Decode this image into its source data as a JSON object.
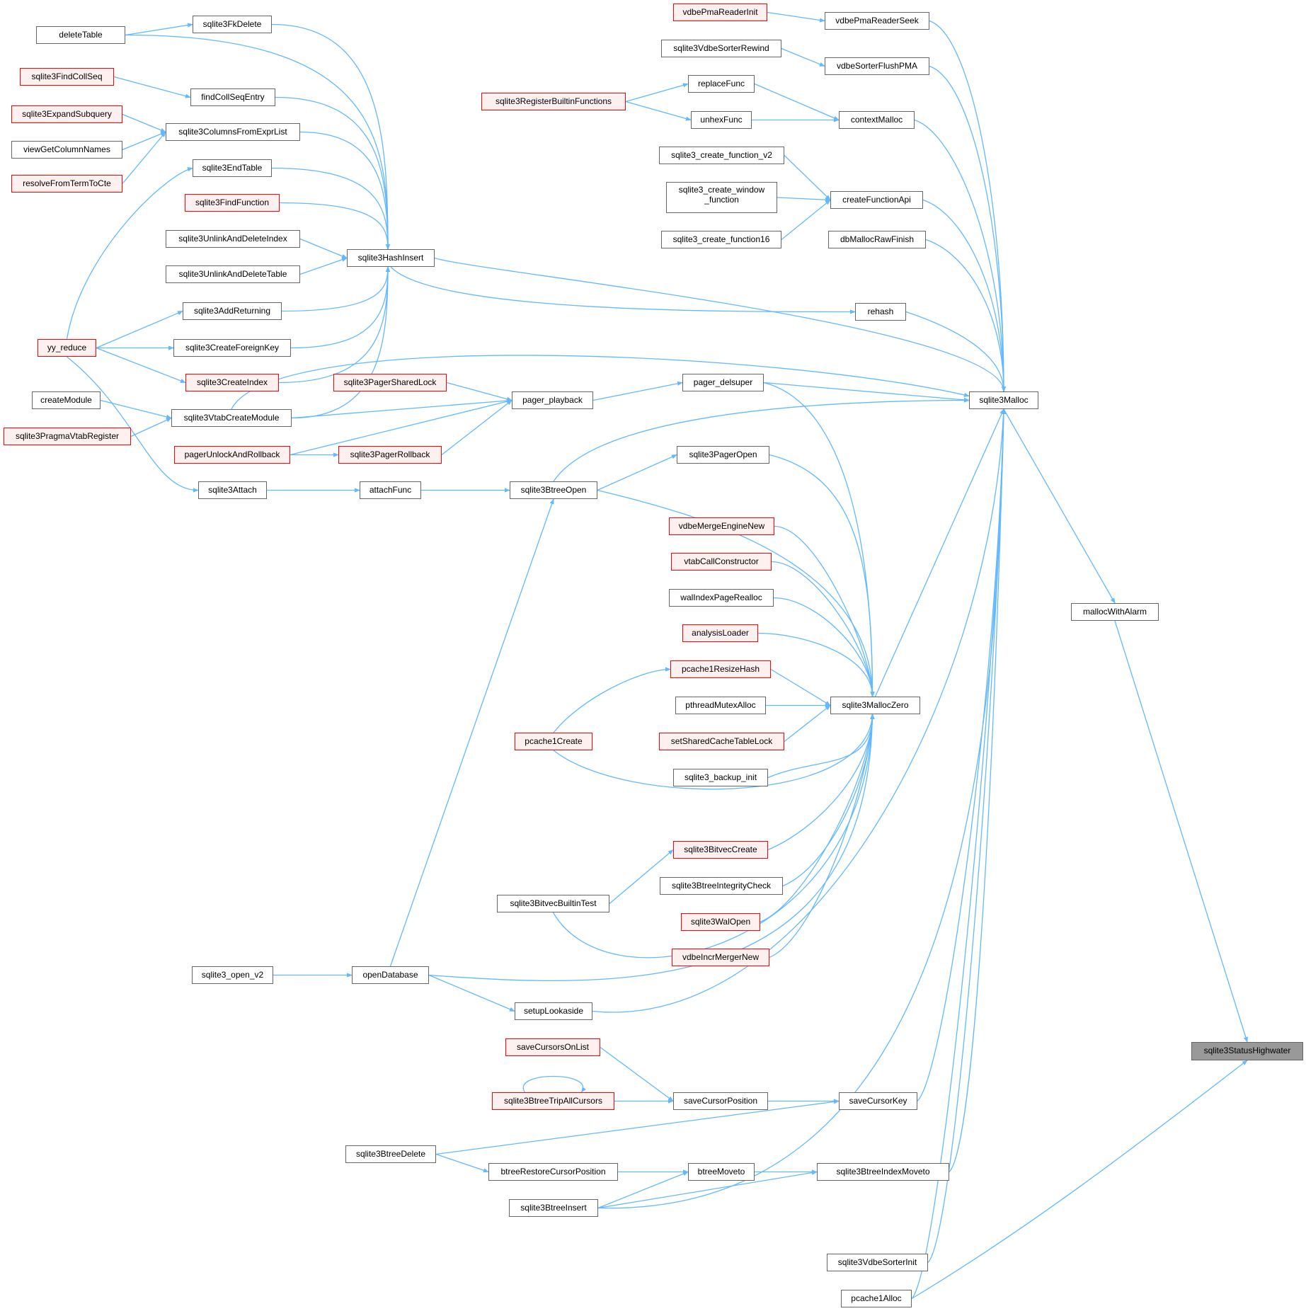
{
  "colors": {
    "edge": "#63b8ff",
    "border": "#666666",
    "red_border": "#ff0000",
    "red_fill": "#fff0f0",
    "current_fill": "#999999"
  },
  "nodes": {
    "deleteTable": "deleteTable",
    "sqlite3FkDelete": "sqlite3FkDelete",
    "sqlite3FindCollSeq": "sqlite3FindCollSeq",
    "findCollSeqEntry": "findCollSeqEntry",
    "sqlite3ExpandSubquery": "sqlite3ExpandSubquery",
    "sqlite3ColumnsFromExprList": "sqlite3ColumnsFromExprList",
    "viewGetColumnNames": "viewGetColumnNames",
    "resolveFromTermToCte": "resolveFromTermToCte",
    "sqlite3EndTable": "sqlite3EndTable",
    "sqlite3FindFunction": "sqlite3FindFunction",
    "sqlite3UnlinkAndDeleteIndex": "sqlite3UnlinkAndDeleteIndex",
    "sqlite3UnlinkAndDeleteTable": "sqlite3UnlinkAndDeleteTable",
    "sqlite3HashInsert": "sqlite3HashInsert",
    "sqlite3AddReturning": "sqlite3AddReturning",
    "yy_reduce": "yy_reduce",
    "sqlite3CreateForeignKey": "sqlite3CreateForeignKey",
    "sqlite3CreateIndex": "sqlite3CreateIndex",
    "createModule": "createModule",
    "sqlite3VtabCreateModule": "sqlite3VtabCreateModule",
    "sqlite3PragmaVtabRegister": "sqlite3PragmaVtabRegister",
    "pagerUnlockAndRollback": "pagerUnlockAndRollback",
    "sqlite3PagerRollback": "sqlite3PagerRollback",
    "sqlite3PagerSharedLock": "sqlite3PagerSharedLock",
    "pager_playback": "pager_playback",
    "pager_delsuper": "pager_delsuper",
    "sqlite3Attach": "sqlite3Attach",
    "attachFunc": "attachFunc",
    "sqlite3BtreeOpen": "sqlite3BtreeOpen",
    "sqlite3PagerOpen": "sqlite3PagerOpen",
    "vdbePmaReaderInit": "vdbePmaReaderInit",
    "vdbePmaReaderSeek": "vdbePmaReaderSeek",
    "sqlite3VdbeSorterRewind": "sqlite3VdbeSorterRewind",
    "vdbeSorterFlushPMA": "vdbeSorterFlushPMA",
    "replaceFunc": "replaceFunc",
    "sqlite3RegisterBuiltinFunctions": "sqlite3RegisterBuiltinFunctions",
    "unhexFunc": "unhexFunc",
    "contextMalloc": "contextMalloc",
    "sqlite3_create_function_v2": "sqlite3_create_function_v2",
    "sqlite3_create_window_function": "sqlite3_create_window\n_function",
    "createFunctionApi": "createFunctionApi",
    "sqlite3_create_function16": "sqlite3_create_function16",
    "dbMallocRawFinish": "dbMallocRawFinish",
    "rehash": "rehash",
    "sqlite3Malloc": "sqlite3Malloc",
    "mallocWithAlarm": "mallocWithAlarm",
    "sqlite3StatusHighwater": "sqlite3StatusHighwater",
    "vdbeMergeEngineNew": "vdbeMergeEngineNew",
    "vtabCallConstructor": "vtabCallConstructor",
    "walIndexPageRealloc": "walIndexPageRealloc",
    "analysisLoader": "analysisLoader",
    "pcache1ResizeHash": "pcache1ResizeHash",
    "pthreadMutexAlloc": "pthreadMutexAlloc",
    "sqlite3MallocZero": "sqlite3MallocZero",
    "pcache1Create": "pcache1Create",
    "setSharedCacheTableLock": "setSharedCacheTableLock",
    "sqlite3_backup_init": "sqlite3_backup_init",
    "sqlite3BitvecCreate": "sqlite3BitvecCreate",
    "sqlite3BitvecBuiltinTest": "sqlite3BitvecBuiltinTest",
    "sqlite3BtreeIntegrityCheck": "sqlite3BtreeIntegrityCheck",
    "sqlite3WalOpen": "sqlite3WalOpen",
    "vdbeIncrMergerNew": "vdbeIncrMergerNew",
    "sqlite3_open_v2": "sqlite3_open_v2",
    "openDatabase": "openDatabase",
    "setupLookaside": "setupLookaside",
    "saveCursorsOnList": "saveCursorsOnList",
    "sqlite3BtreeTripAllCursors": "sqlite3BtreeTripAllCursors",
    "saveCursorPosition": "saveCursorPosition",
    "saveCursorKey": "saveCursorKey",
    "sqlite3BtreeDelete": "sqlite3BtreeDelete",
    "btreeRestoreCursorPosition": "btreeRestoreCursorPosition",
    "btreeMoveto": "btreeMoveto",
    "sqlite3BtreeIndexMoveto": "sqlite3BtreeIndexMoveto",
    "sqlite3BtreeInsert": "sqlite3BtreeInsert",
    "sqlite3VdbeSorterInit": "sqlite3VdbeSorterInit",
    "pcache1Alloc": "pcache1Alloc"
  }
}
